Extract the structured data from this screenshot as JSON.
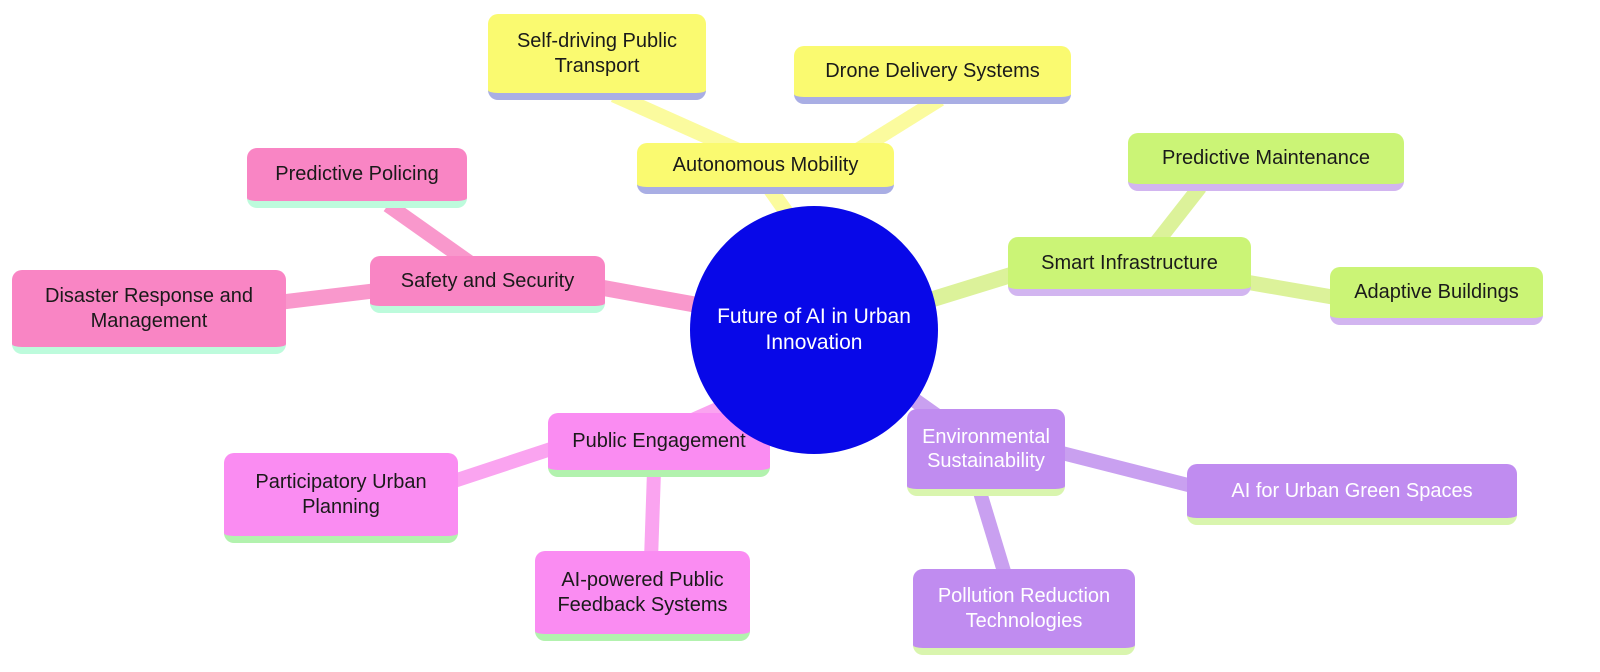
{
  "diagram_type": "mindmap",
  "root": {
    "label": "Future of AI in Urban Innovation"
  },
  "nodes": {
    "autonomous_mobility": {
      "label": "Autonomous Mobility"
    },
    "self_driving": {
      "label": "Self-driving Public Transport"
    },
    "drone_delivery": {
      "label": "Drone Delivery Systems"
    },
    "smart_infrastructure": {
      "label": "Smart Infrastructure"
    },
    "predictive_maintenance": {
      "label": "Predictive Maintenance"
    },
    "adaptive_buildings": {
      "label": "Adaptive Buildings"
    },
    "safety_security": {
      "label": "Safety and Security"
    },
    "predictive_policing": {
      "label": "Predictive Policing"
    },
    "disaster_response": {
      "label": "Disaster Response and Management"
    },
    "public_engagement": {
      "label": "Public Engagement"
    },
    "participatory_planning": {
      "label": "Participatory Urban Planning"
    },
    "ai_feedback": {
      "label": "AI-powered Public Feedback Systems"
    },
    "environmental_sustainability": {
      "label": "Environmental Sustainability"
    },
    "ai_green_spaces": {
      "label": "AI for Urban Green Spaces"
    },
    "pollution_reduction": {
      "label": "Pollution Reduction Technologies"
    }
  },
  "structure": [
    {
      "branch": "Autonomous Mobility",
      "children": [
        "Self-driving Public Transport",
        "Drone Delivery Systems"
      ]
    },
    {
      "branch": "Smart Infrastructure",
      "children": [
        "Predictive Maintenance",
        "Adaptive Buildings"
      ]
    },
    {
      "branch": "Safety and Security",
      "children": [
        "Predictive Policing",
        "Disaster Response and Management"
      ]
    },
    {
      "branch": "Public Engagement",
      "children": [
        "Participatory Urban Planning",
        "AI-powered Public Feedback Systems"
      ]
    },
    {
      "branch": "Environmental Sustainability",
      "children": [
        "AI for Urban Green Spaces",
        "Pollution Reduction Technologies"
      ]
    }
  ],
  "colors": {
    "root_fill": "#0808E8",
    "root_text": "#FFFFFF",
    "mobility_fill": "#FAFA70",
    "mobility_underline": "#A9AEE4",
    "mobility_edge": "#FBFB9E",
    "infrastructure_fill": "#CBF476",
    "infrastructure_underline": "#D2B5F0",
    "infrastructure_edge": "#DCF29A",
    "safety_fill": "#F985C4",
    "safety_underline": "#BDFBDC",
    "safety_edge": "#F998CC",
    "engagement_fill": "#FA8CF2",
    "engagement_underline": "#B2F2AE",
    "engagement_edge": "#FAA4F0",
    "sustainability_fill": "#C08CF0",
    "sustainability_underline": "#D9F5AE",
    "sustainability_edge": "#C9A0F0",
    "node_text": "#1A1A1A",
    "background": "#FFFFFF"
  }
}
